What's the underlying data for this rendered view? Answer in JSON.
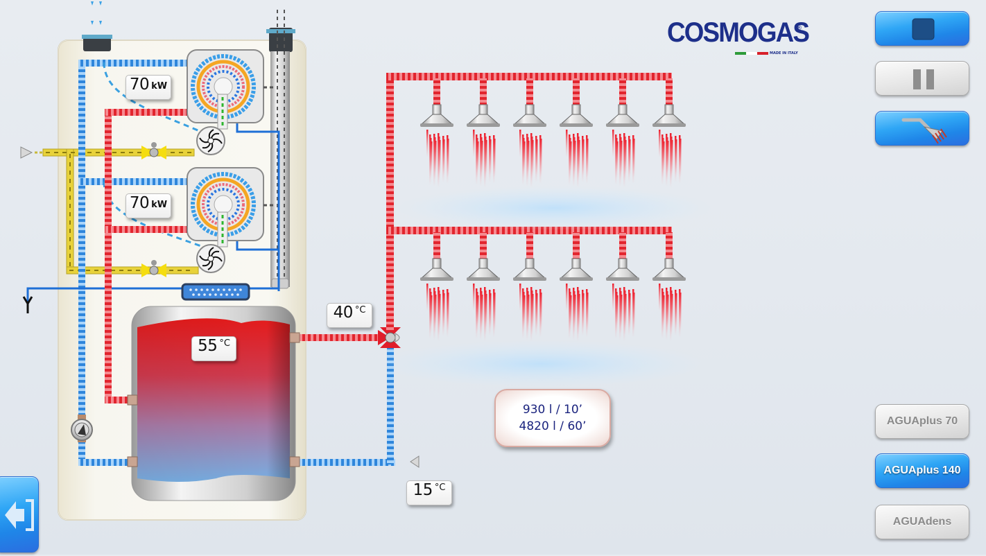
{
  "brand": {
    "name": "COSMOGAS",
    "registered_mark": "®",
    "tagline": "MADE IN ITALY",
    "color": "#1d2f8a"
  },
  "controls": {
    "stop_button": {
      "icon": "stop-icon",
      "state": "active"
    },
    "pause_button": {
      "icon": "pause-icon",
      "state": "inactive"
    },
    "shower_button": {
      "icon": "shower-icon",
      "state": "active"
    }
  },
  "models": [
    {
      "label": "AGUAplus 70",
      "selected": false
    },
    {
      "label": "AGUAplus 140",
      "selected": true
    },
    {
      "label": "AGUAdens",
      "selected": false
    }
  ],
  "back_button": {
    "icon": "back-arrow-icon"
  },
  "boilers": [
    {
      "power_value": "70",
      "power_unit": "kW"
    },
    {
      "power_value": "70",
      "power_unit": "kW"
    }
  ],
  "tank": {
    "temp_value": "55",
    "temp_unit": "°C"
  },
  "mixing_valve": {
    "temp_value": "40",
    "temp_unit": "°C"
  },
  "cold_inlet": {
    "temp_value": "15",
    "temp_unit": "°C"
  },
  "flow_rates": {
    "line1": "930 l / 10’",
    "line2": "4820 l / 60’"
  },
  "showers": {
    "rows": 2,
    "per_row": 6
  },
  "colors": {
    "hot_pipe": "#e0202a",
    "cold_pipe": "#3b8fe0",
    "gas_pipe": "#e8d23a",
    "accent_blue": "#2fa6f5",
    "tank_top": "#e41b1b",
    "tank_bottom": "#7fb0e0"
  }
}
